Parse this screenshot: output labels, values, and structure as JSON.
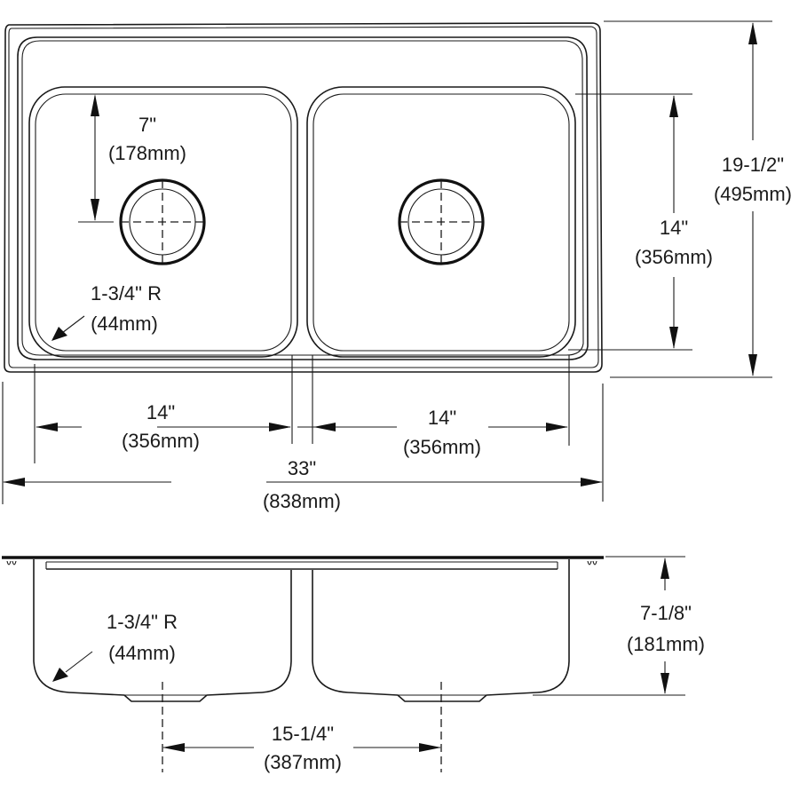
{
  "drawing": {
    "type": "double-bowl-sink-dimension-drawing",
    "views": [
      "top-view",
      "side-section-view"
    ],
    "colors": {
      "line": "#1a1a1a",
      "background": "#ffffff"
    }
  },
  "top_view": {
    "drain_offset": {
      "imperial": "7\"",
      "metric": "(178mm)"
    },
    "corner_radius": {
      "imperial": "1-3/4\" R",
      "metric": "(44mm)"
    },
    "bowl_depth_front_back": {
      "imperial": "14\"",
      "metric": "(356mm)"
    },
    "overall_front_back": {
      "imperial": "19-1/2\"",
      "metric": "(495mm)"
    },
    "left_bowl_width": {
      "imperial": "14\"",
      "metric": "(356mm)"
    },
    "right_bowl_width": {
      "imperial": "14\"",
      "metric": "(356mm)"
    },
    "overall_width": {
      "imperial": "33\"",
      "metric": "(838mm)"
    }
  },
  "side_view": {
    "corner_radius": {
      "imperial": "1-3/4\" R",
      "metric": "(44mm)"
    },
    "bowl_depth": {
      "imperial": "7-1/8\"",
      "metric": "(181mm)"
    },
    "drain_center_spacing": {
      "imperial": "15-1/4\"",
      "metric": "(387mm)"
    }
  }
}
